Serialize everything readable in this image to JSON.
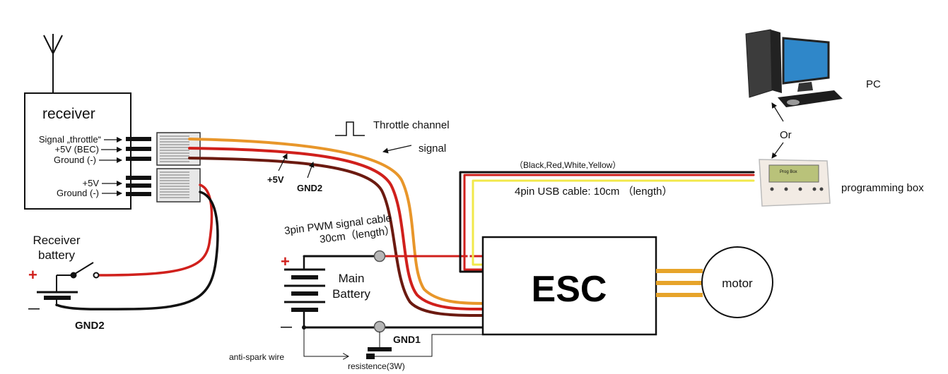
{
  "receiver": {
    "title": "receiver",
    "pins_top": [
      "Signal „throttle“",
      "+5V (BEC)",
      "Ground (-)"
    ],
    "pins_bottom": [
      "+5V",
      "Ground (-)"
    ]
  },
  "throttle_channel": "Throttle channel",
  "signal": "signal",
  "wire_labels": {
    "plus5v": "+5V",
    "gnd2_cable": "GND2"
  },
  "pwm_cable": {
    "line1": "3pin PWM signal cable",
    "line2": "30cm（length）"
  },
  "receiver_battery": {
    "line1": "Receiver",
    "line2": "battery",
    "gnd": "GND2",
    "plus": "+",
    "minus": "—"
  },
  "main_battery": {
    "line1": "Main",
    "line2": "Battery",
    "plus": "+",
    "minus": "—"
  },
  "gnd1": "GND1",
  "anti_spark": "anti-spark wire",
  "resistance": "resistence(3W)",
  "esc": "ESC",
  "motor": "motor",
  "usb_colors": "（Black,Red,White,Yellow）",
  "usb_cable": "4pin USB cable: 10cm （length）",
  "programming_box": {
    "label": "programming box",
    "screen_text": "Prog Box"
  },
  "or": "Or",
  "pc": "PC",
  "colors": {
    "orange": "#e8962a",
    "red": "#d0201c",
    "brown": "#6b1a10",
    "yellow": "#f2e84a",
    "gold": "#e7a42a",
    "black": "#111111",
    "gray_dot": "#b7b7b7"
  }
}
